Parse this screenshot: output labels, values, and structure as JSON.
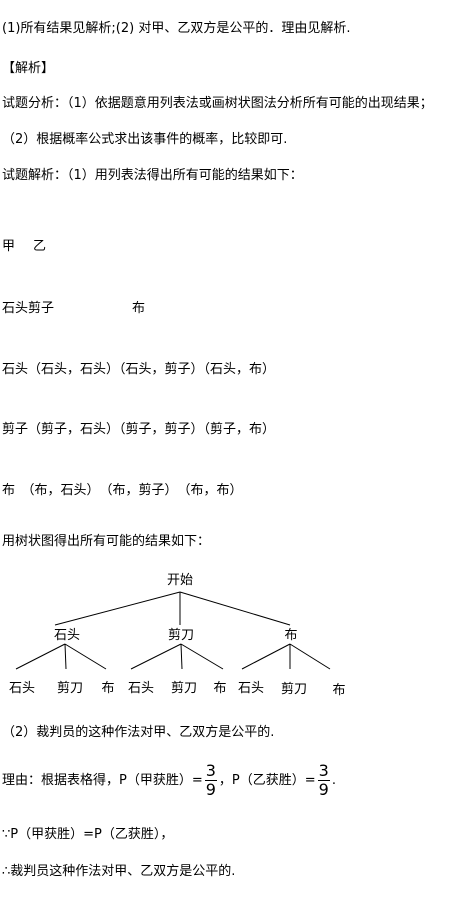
{
  "answer": "(1)所有结果见解析;(2) 对甲、乙双方是公平的．理由见解析.",
  "jiexi_heading": "【解析】",
  "analysis": {
    "line1": "试题分析：（1）依据题意用列表法或画树状图法分析所有可能的出现结果；",
    "line2": "（2）根据概率公式求出该事件的概率，比较即可."
  },
  "solution_intro": "试题解析：（1）用列表法得出所有可能的结果如下：",
  "table": {
    "header_jia": "甲",
    "header_yi": "乙",
    "col_label_a": "石头剪子",
    "col_label_b": "布",
    "rows": [
      "石头（石头，石头）（石头，剪子）（石头，布）",
      "剪子（剪子，石头）（剪子，剪子）（剪子，布）",
      "布　（布，石头）　（布，剪子）　（布，布）"
    ]
  },
  "tree_intro": "用树状图得出所有可能的结果如下：",
  "tree": {
    "root": "开始",
    "level1": [
      "石头",
      "剪刀",
      "布"
    ],
    "level2": [
      "石头",
      "剪刀",
      "布",
      "石头",
      "剪刀",
      "布",
      "石头",
      "剪刀",
      "布"
    ]
  },
  "part2": "（2）裁判员的这种作法对甲、乙双方是公平的.",
  "reason": {
    "prefix": "理由：根据表格得，P（甲获胜）=",
    "num1": "3",
    "den1": "9",
    "mid": "，P（乙获胜）=",
    "num2": "3",
    "den2": "9",
    "suffix": "."
  },
  "because": "∵P（甲获胜）=P（乙获胜），",
  "therefore": "∴裁判员这种作法对甲、乙双方是公平的."
}
